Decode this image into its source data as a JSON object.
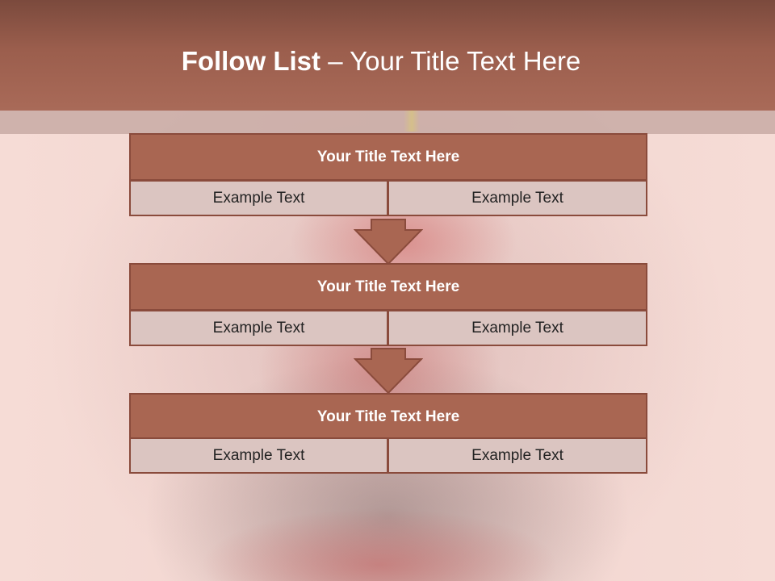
{
  "slide": {
    "title_bold": "Follow List",
    "title_rest": "– Your Title Text Here"
  },
  "blocks": [
    {
      "header": "Your Title Text Here",
      "left": "Example Text",
      "right": "Example Text"
    },
    {
      "header": "Your Title Text Here",
      "left": "Example Text",
      "right": "Example Text"
    },
    {
      "header": "Your Title Text Here",
      "left": "Example Text",
      "right": "Example Text"
    }
  ],
  "colors": {
    "title_bar": "#a96a58",
    "header_fill": "#a96652",
    "border": "#8a4b3c",
    "cell_fill": "#dbc5c1"
  }
}
